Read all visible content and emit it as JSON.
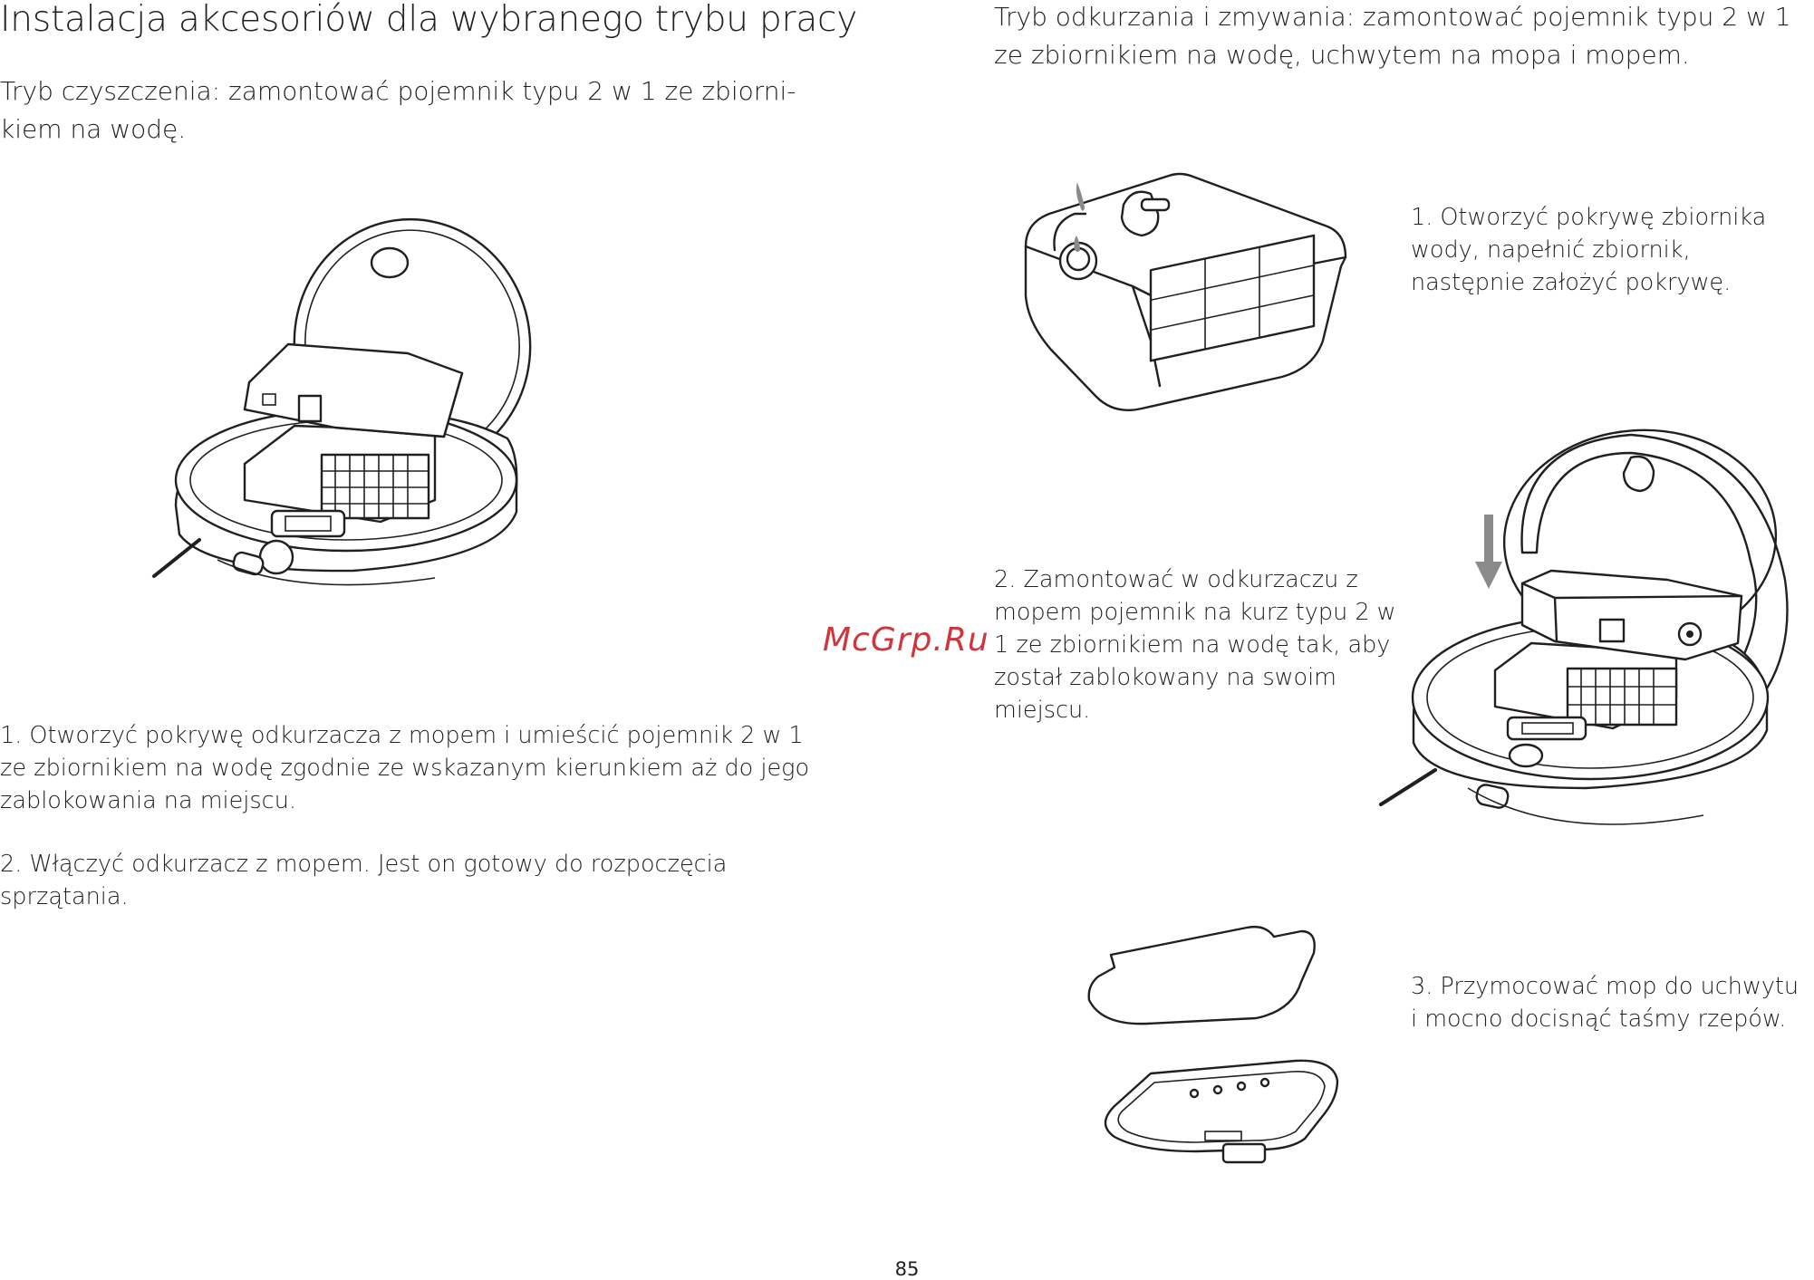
{
  "page": {
    "title": "Instalacja akcesoriów dla wybranego trybu pracy",
    "page_number": "85",
    "watermark": "McGrp.Ru"
  },
  "left": {
    "mode_heading": "Tryb czyszczenia: zamontować pojemnik typu 2 w 1 ze zbiorni-\nkiem na wodę.",
    "step1": "1. Otworzyć pokrywę odkurzacza z mopem i umieścić pojemnik 2 w 1\nze zbiornikiem na wodę zgodnie ze wskazanym kierunkiem aż do jego\nzablokowania na miejscu.",
    "step2": "2. Włączyć odkurzacz z mopem. Jest on gotowy do rozpoczęcia\nsprzątania."
  },
  "right": {
    "mode_heading": "Tryb odkurzania i zmywania: zamontować pojemnik typu 2 w 1\nze zbiornikiem na wodę, uchwytem na mopa i mopem.",
    "step1": "1. Otworzyć pokrywę zbiornika\nwody, napełnić zbiornik,\nnastępnie założyć pokrywę.",
    "step2": "2. Zamontować w odkurzaczu z\nmopem pojemnik na kurz typu 2 w\n1 ze zbiornikiem na wodę tak, aby\nzostał zablokowany na swoim\nmiejscu.",
    "step3": "3. Przymocować mop do uchwytu\ni mocno docisnąć taśmy rzepów."
  },
  "illustrations": {
    "robot_left": "robot-vacuum-open-lid",
    "water_tank": "water-tank-fill",
    "robot_right": "robot-vacuum-insert-tank",
    "arrow": "arrow-down-icon",
    "mop": "mop-pad",
    "mop_holder": "mop-holder-bracket"
  }
}
